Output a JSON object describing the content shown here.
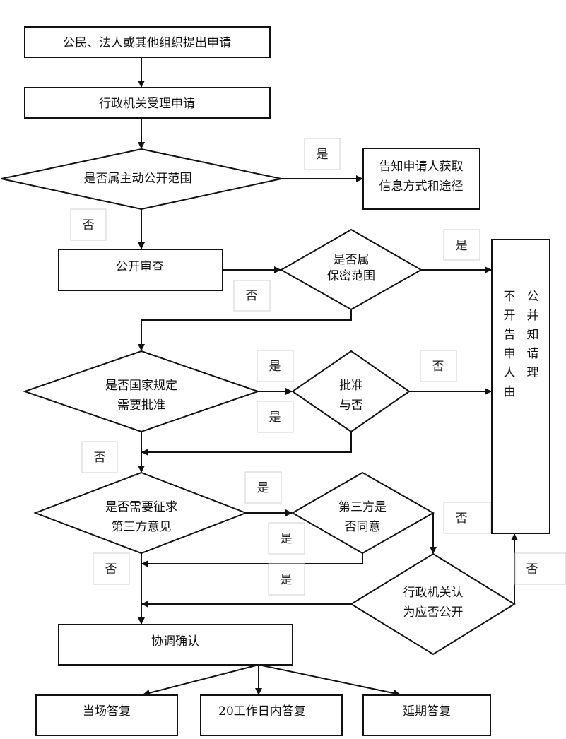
{
  "title": "政府信息依申请公开流程图",
  "nodes": {
    "apply": "公民、法人或其他组织提出申请",
    "accept": "行政机关受理申请",
    "active_scope": "是否属主动公开范围",
    "inform_method": [
      "告知申请人获取",
      "信息方式和途径"
    ],
    "review": "公开审查",
    "secret_scope": [
      "是否属",
      "保密范围"
    ],
    "not_public_col1": [
      "不",
      "开",
      "告",
      "申",
      "人",
      "由"
    ],
    "not_public_col2": [
      "公",
      "并",
      "知",
      "请",
      "理"
    ],
    "need_approval": [
      "是否国家规定",
      "需要批准"
    ],
    "approved": [
      "批准",
      "与否"
    ],
    "need_third_party": [
      "是否需要征求",
      "第三方意见"
    ],
    "third_party_agree": [
      "第三方是",
      "否同意"
    ],
    "agency_decide": [
      "行政机关认",
      "为应否公开"
    ],
    "coordinate": "协调确认",
    "reply_onsite": "当场答复",
    "reply_20days": "20工作日内答复",
    "reply_delayed": "延期答复"
  },
  "labels": {
    "yes": "是",
    "no": "否"
  }
}
